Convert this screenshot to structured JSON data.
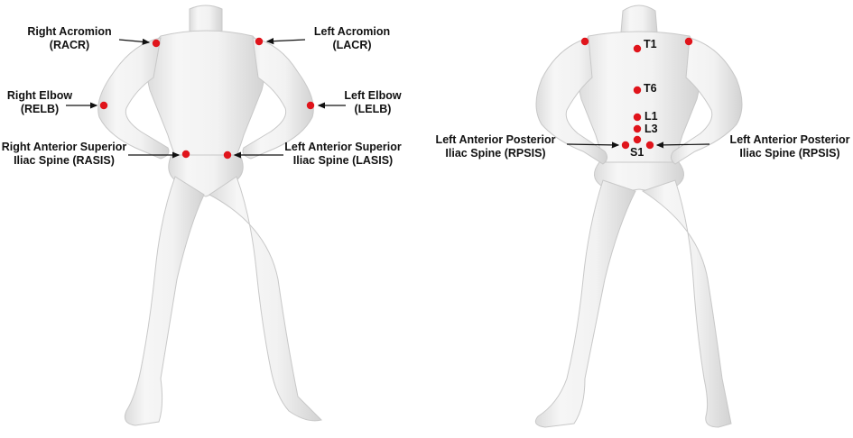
{
  "front_view": {
    "markers": {
      "racr": {
        "line1": "Right Acromion",
        "line2": "(RACR)"
      },
      "lacr": {
        "line1": "Left Acromion",
        "line2": "(LACR)"
      },
      "relb": {
        "line1": "Right Elbow",
        "line2": "(RELB)"
      },
      "lelb": {
        "line1": "Left Elbow",
        "line2": "(LELB)"
      },
      "rasis": {
        "line1": "Right Anterior Superior",
        "line2": "Iliac Spine (RASIS)"
      },
      "lasis": {
        "line1": "Left Anterior Superior",
        "line2": "Iliac Spine (LASIS)"
      }
    }
  },
  "back_view": {
    "vertebrae": {
      "t1": "T1",
      "t6": "T6",
      "l1": "L1",
      "l3": "L3",
      "s1": "S1"
    },
    "markers": {
      "left_pair": {
        "line1": "Left Anterior Posterior",
        "line2": "Iliac Spine (RPSIS)"
      },
      "right_pair": {
        "line1": "Left Anterior Posterior",
        "line2": "Iliac Spine (RPSIS)"
      }
    }
  },
  "colors": {
    "marker": "#e0141b",
    "body": "#f1f1f1",
    "body_shadow": "#d6d6d6"
  }
}
